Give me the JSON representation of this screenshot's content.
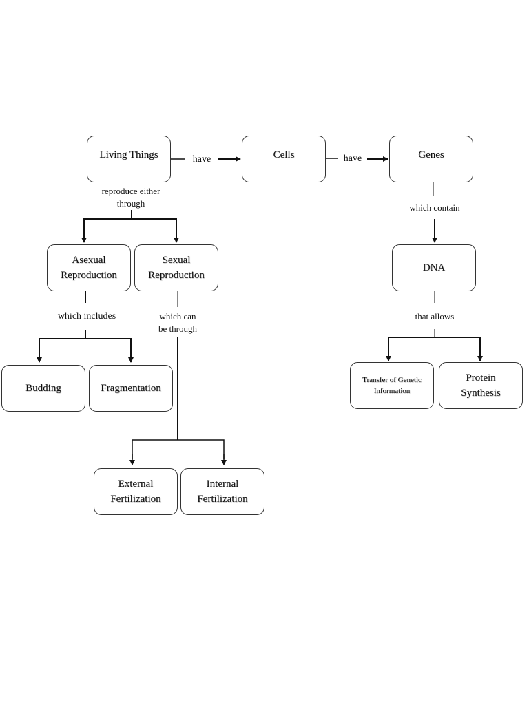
{
  "concept_map": {
    "nodes": {
      "living_things": "Living Things",
      "cells": "Cells",
      "genes": "Genes",
      "asexual_reproduction": "Asexual\nReproduction",
      "sexual_reproduction": "Sexual\nReproduction",
      "dna": "DNA",
      "budding": "Budding",
      "fragmentation": "Fragmentation",
      "transfer_of_genetic_information": "Transfer of Genetic\nInformation",
      "protein_synthesis": "Protein\nSynthesis",
      "external_fertilization": "External\nFertilization",
      "internal_fertilization": "Internal\nFertilization"
    },
    "links": {
      "living_things_to_cells": "have",
      "cells_to_genes": "have",
      "reproduce": "reproduce either\nthrough",
      "genes_to_dna": "which contain",
      "asexual_includes": "which includes",
      "sexual_through": "which can\nbe through",
      "dna_allows": "that allows"
    }
  }
}
